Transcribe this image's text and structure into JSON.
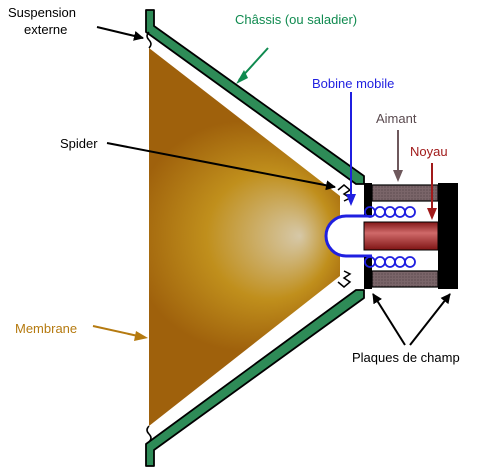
{
  "labels": {
    "suspension_line1": "Suspension",
    "suspension_line2": "externe",
    "chassis": "Châssis (ou saladier)",
    "bobine": "Bobine mobile",
    "aimant": "Aimant",
    "noyau": "Noyau",
    "spider": "Spider",
    "membrane": "Membrane",
    "plaques": "Plaques de champ"
  },
  "colors": {
    "chassis_fill": "#2e8b57",
    "chassis_label": "#0f8a4f",
    "bobine": "#1f1fe0",
    "aimant": "#6e585c",
    "aimant_label": "#5a4a4f",
    "noyau": "#a11a1a",
    "membrane_label": "#b57a10",
    "membrane_dark": "#9a5a0c",
    "membrane_light": "#d8c7a5",
    "black": "#000000"
  }
}
